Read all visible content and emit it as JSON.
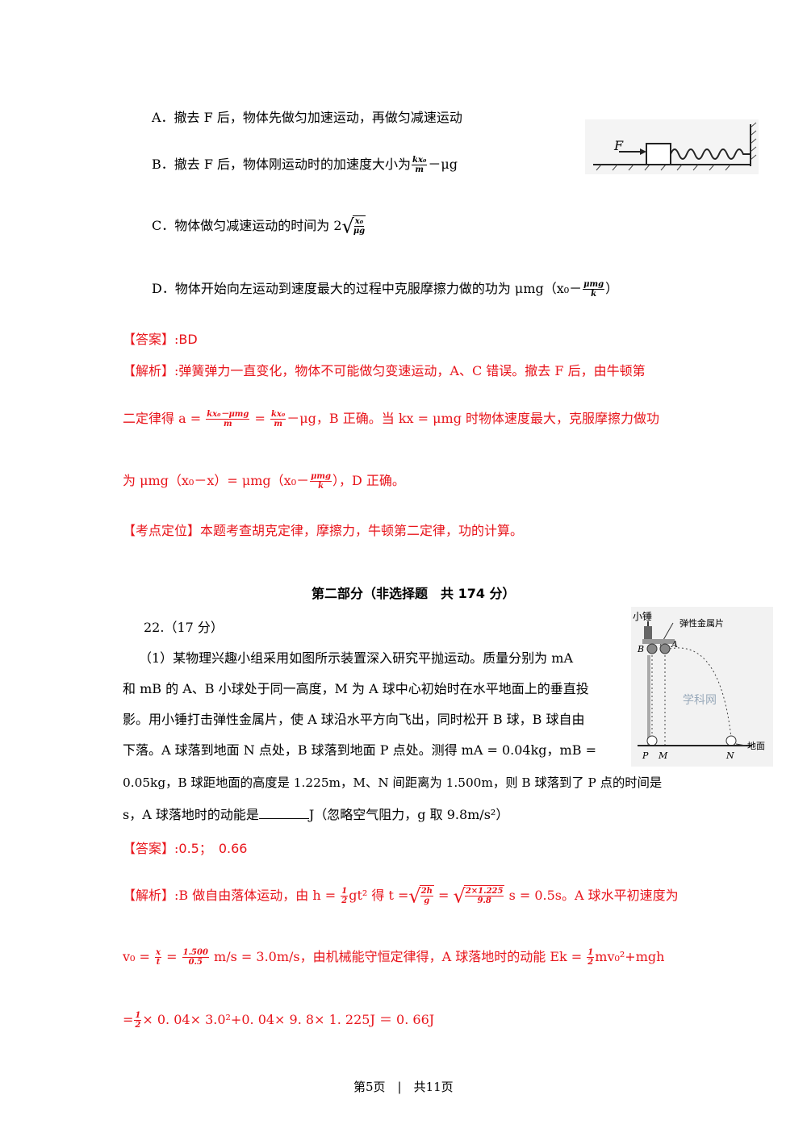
{
  "question": {
    "optionA": "A．撤去 F 后，物体先做匀加速运动，再做匀减速运动",
    "optionB_text": "B．撤去 F 后，物体刚运动时的加速度大小为",
    "optionB_frac_num": "kx₀",
    "optionB_frac_den": "m",
    "optionB_tail": "－μg",
    "optionC_text": "C．物体做匀减速运动的时间为 2",
    "optionC_frac_num": "x₀",
    "optionC_frac_den": "μg",
    "optionD_text": "D．物体开始向左运动到速度最大的过程中克服摩擦力做的功为 μmg（x₀－",
    "optionD_frac_num": "μmg",
    "optionD_frac_den": "k",
    "optionD_tail": "）",
    "figure_label_F": "F"
  },
  "answer1": {
    "label": "【答案】:",
    "value": "BD"
  },
  "analysis1": {
    "label": "【解析】:",
    "line1": "弹簧弹力一直变化，物体不可能做匀变速运动，A、C 错误。撤去 F 后，由牛顿第",
    "line2_a": "二定律得 a =",
    "line2_f1_num": "kx₀－μmg",
    "line2_f1_den": "m",
    "line2_eq": "=",
    "line2_f2_num": "kx₀",
    "line2_f2_den": "m",
    "line2_b": "－μg，B 正确。当 kx = μmg 时物体速度最大，克服摩擦力做功",
    "line3_a": "为 μmg（x₀－x）= μmg（x₀－",
    "line3_f_num": "μmg",
    "line3_f_den": "k",
    "line3_b": "），D 正确。"
  },
  "kaodian": {
    "label": "【考点定位】",
    "text": "本题考查胡克定律，摩擦力，牛顿第二定律，功的计算。"
  },
  "part2_title": "第二部分（非选择题　共 174 分）",
  "q22": {
    "header": "22.（17 分）",
    "line1": "（1）某物理兴趣小组采用如图所示装置深入研究平抛运动。质量分别为 mA",
    "line2": "和 mB 的 A、B 小球处于同一高度，M 为 A 球中心初始时在水平地面上的垂直投",
    "line3": "影。用小锤打击弹性金属片，使 A 球沿水平方向飞出，同时松开 B 球，B 球自由",
    "line4": "下落。A 球落到地面 N 点处，B 球落到地面 P 点处。测得 mA = 0.04kg，mB =",
    "line5": "0.05kg，B 球距地面的高度是 1.225m，M、N 间距离为 1.500m，则 B 球落到了 P 点的时间是",
    "line6_a": "s，A 球落地时的动能是",
    "line6_b": "J（忽略空气阻力，g 取 9.8m/s²）",
    "fig_hammer": "小锤",
    "fig_plate": "弹性金属片",
    "fig_ground": "地面",
    "fig_P": "P",
    "fig_M": "M",
    "fig_N": "N",
    "fig_A": "A",
    "fig_B": "B",
    "fig_watermark": "学科网"
  },
  "answer2": {
    "label": "【答案】:",
    "value": "0.5；　0.66"
  },
  "analysis2": {
    "label": "【解析】:",
    "l1_a": "B 做自由落体运动，由 h =",
    "l1_f1_num": "1",
    "l1_f1_den": "2",
    "l1_b": "gt² 得 t =",
    "l1_f2_num": "2h",
    "l1_f2_den": "g",
    "l1_c": "=",
    "l1_f3_num": "2×1.225",
    "l1_f3_den": "9.8",
    "l1_d": "s = 0.5s。A 球水平初速度为",
    "l2_a": "v₀ =",
    "l2_f1_num": "x",
    "l2_f1_den": "t",
    "l2_b": "=",
    "l2_f2_num": "1.500",
    "l2_f2_den": "0.5",
    "l2_c": "m/s = 3.0m/s，由机械能守恒定律得，A 球落地时的动能 Ek =",
    "l2_f3_num": "1",
    "l2_f3_den": "2",
    "l2_d": "mv₀²+mgh",
    "l3_a": "=",
    "l3_f_num": "1",
    "l3_f_den": "2",
    "l3_b": "× 0. 04× 3.0²+0. 04× 9. 8× 1. 225J ＝ 0. 66J"
  },
  "footer": "第5页　|　共11页"
}
